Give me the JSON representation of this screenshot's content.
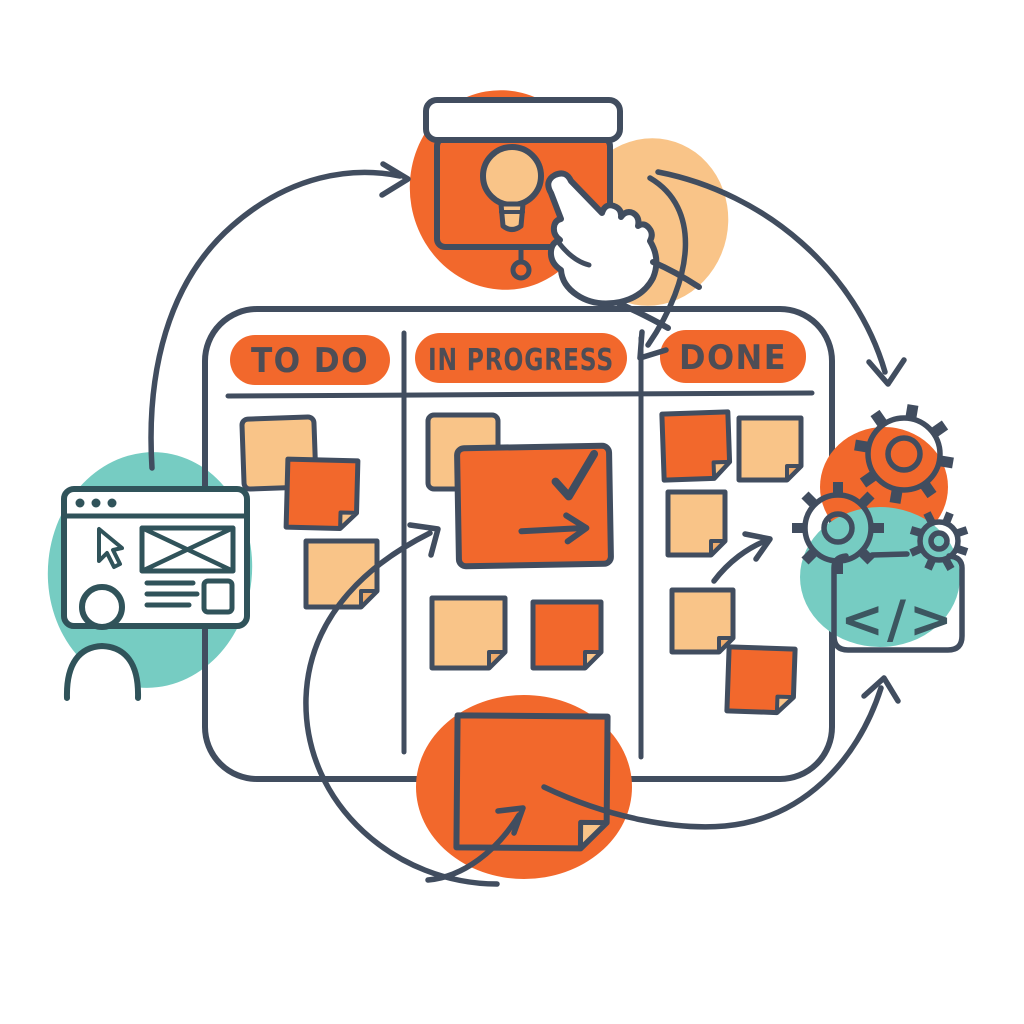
{
  "illustration": {
    "type": "kanban-workflow-sketch",
    "background": "#FFFFFF"
  },
  "board": {
    "columns": [
      {
        "label": "TO DO",
        "notes": [
          {
            "color": "peach",
            "folded": false
          },
          {
            "color": "orange",
            "folded": true
          },
          {
            "color": "peach",
            "folded": true
          }
        ]
      },
      {
        "label": "IN PROGRESS",
        "card": {
          "color": "orange",
          "symbols": [
            "checkmark",
            "arrow-right"
          ]
        },
        "notes": [
          {
            "color": "peach",
            "folded": false
          },
          {
            "color": "peach",
            "folded": true
          },
          {
            "color": "orange",
            "folded": true
          }
        ]
      },
      {
        "label": "DONE",
        "notes": [
          {
            "color": "orange",
            "folded": true
          },
          {
            "color": "peach",
            "folded": true
          },
          {
            "color": "peach",
            "folded": true
          },
          {
            "color": "peach",
            "folded": true
          },
          {
            "color": "orange",
            "folded": true
          }
        ]
      }
    ],
    "bottom_note": {
      "color": "orange",
      "folded": true
    }
  },
  "annotations": {
    "code_glyph": "</>"
  },
  "icons": [
    "lightbulb-board-icon",
    "pointing-hand-icon",
    "browser-wireframe-icon",
    "cursor-icon",
    "user-icon",
    "gears-icon",
    "code-brackets-icon"
  ],
  "flow_arrows": [
    {
      "from": "browser-wireframe",
      "to": "idea-lightbulb"
    },
    {
      "from": "idea-lightbulb",
      "to": "board-header"
    },
    {
      "from": "idea-lightbulb",
      "to": "gears"
    },
    {
      "from": "bottom-note",
      "to": "in-progress-card"
    },
    {
      "from": "board-loop",
      "to": "bottom-note"
    },
    {
      "from": "bottom-note",
      "to": "code-gears"
    },
    {
      "from": "done-column",
      "to": "gears"
    }
  ],
  "colors": {
    "orange": "#F2682C",
    "peach": "#F9C488",
    "peach_fold": "#EFAC6C",
    "teal": "#76CCC2",
    "ink": "#414D5F",
    "icon_ink": "#30535A",
    "text_ink": "#4E4D55",
    "code_ink": "#3C5660",
    "background": "#FFFFFF"
  }
}
